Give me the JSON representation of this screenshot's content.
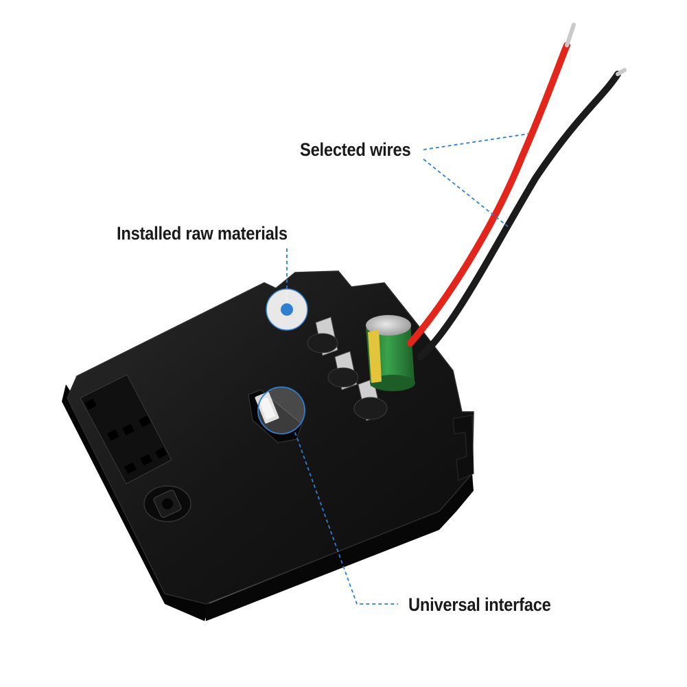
{
  "annotations": {
    "selected_wires": "Selected wires",
    "installed_raw_materials": "Installed raw materials",
    "universal_interface": "Universal interface"
  },
  "colors": {
    "callout_blue": "#2f7fd0",
    "board_black": "#141414",
    "wire_red": "#e3261b",
    "wire_black": "#1b1b1b",
    "capacitor_green": "#2f8a3c"
  }
}
